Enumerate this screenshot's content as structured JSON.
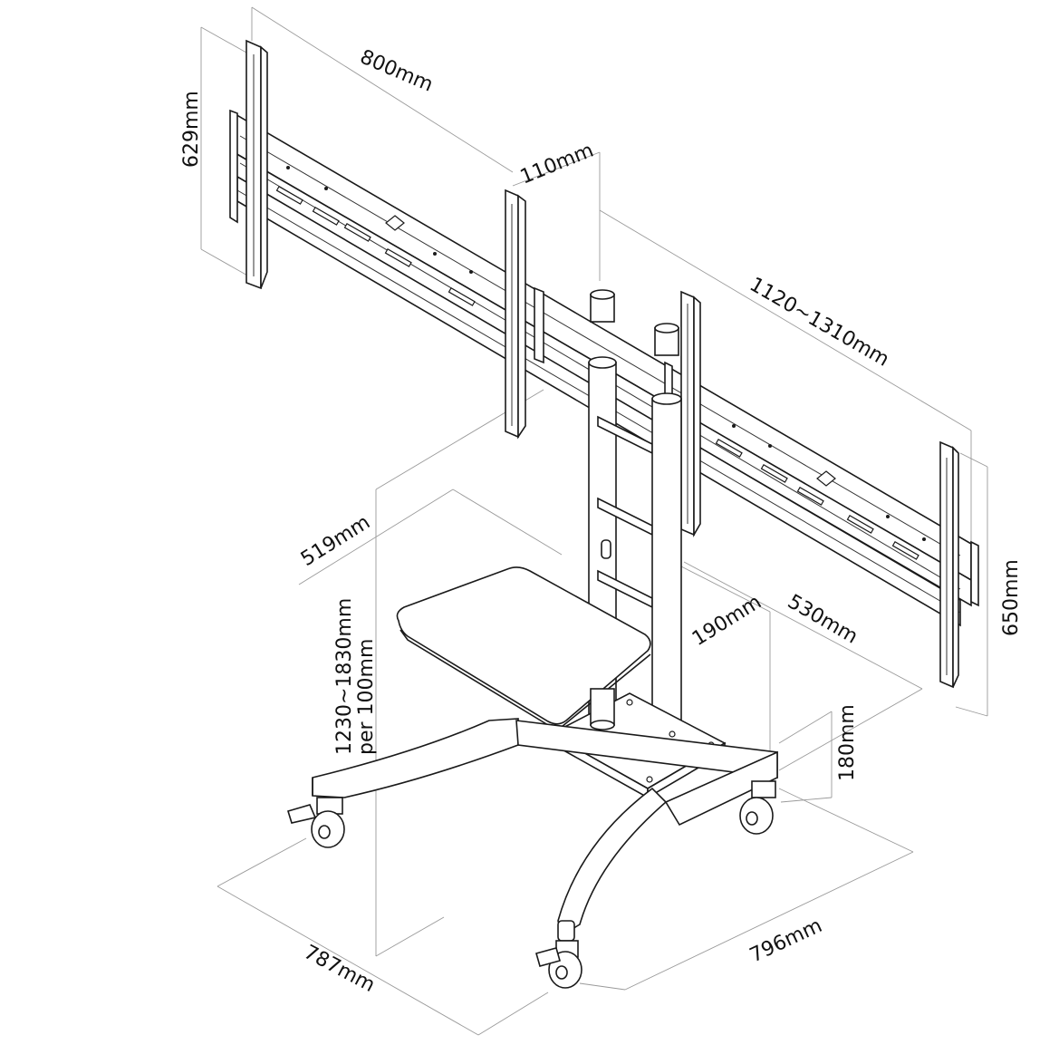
{
  "dimensions": {
    "bracket_height": "629mm",
    "bracket_width": "800mm",
    "bracket_depth": "110mm",
    "bracket_spacing": "1120~1310mm",
    "shelf_width": "519mm",
    "column_height": "1230~1830mm",
    "column_step": "per 100mm",
    "shelf_depth": "190mm",
    "base_clearance": "530mm",
    "screen_height": "650mm",
    "base_height": "180mm",
    "base_width": "796mm",
    "base_depth": "787mm"
  }
}
